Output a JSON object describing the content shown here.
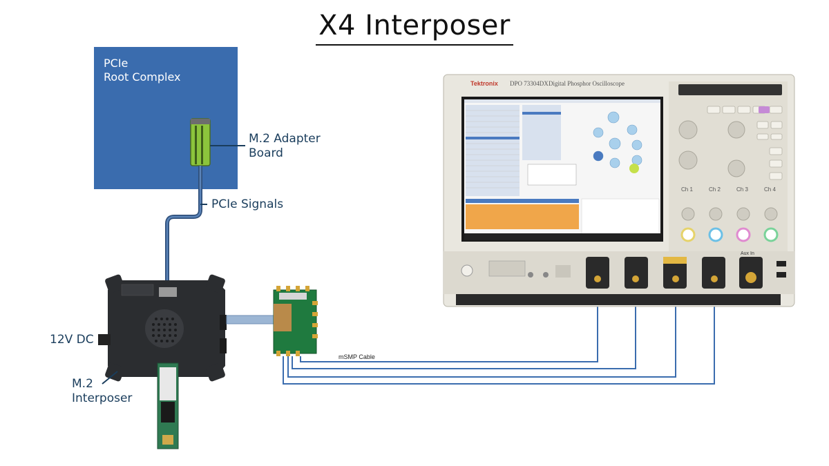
{
  "title": "X4 Interposer",
  "labels": {
    "root_complex": [
      "PCIe",
      "Root Complex"
    ],
    "adapter": [
      "M.2 Adapter",
      "Board"
    ],
    "pcie_signals": "PCIe Signals",
    "power": "12V DC",
    "interposer": [
      "M.2",
      "Interposer"
    ],
    "cable": "mSMP Cable"
  },
  "scope": {
    "brand": "Tektronix",
    "model": "DPO 73304DX",
    "model_suffix": "Digital Phosphor Oscilloscope",
    "channels": [
      "Ch 1",
      "Ch 2",
      "Ch 3",
      "Ch 4"
    ],
    "aux": "Aux In"
  },
  "colors": {
    "root_complex": "#3a6cae",
    "cable": "#3a6cae",
    "label": "#1a3d5c",
    "adapter_green": "#8cc43c"
  }
}
